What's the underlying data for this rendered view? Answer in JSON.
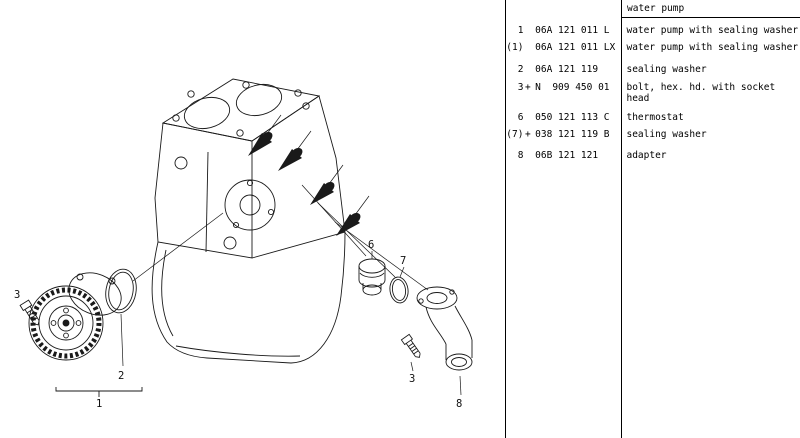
{
  "group_header": {
    "title": "water pump"
  },
  "parts_table": {
    "rows": [
      {
        "pos": "1",
        "pfx": "",
        "part_number": "06A 121 011 L",
        "description": "water pump with sealing washer"
      },
      {
        "pos": "(1)",
        "pfx": "",
        "part_number": "06A 121 011 LX",
        "description": "water pump with sealing washer"
      },
      {
        "pos": "2",
        "pfx": "",
        "part_number": "06A 121 119",
        "description": "sealing washer"
      },
      {
        "pos": "3",
        "pfx": "+",
        "part_number": "N  909 450 01",
        "description": "bolt, hex. hd. with socket head"
      },
      {
        "pos": "6",
        "pfx": "",
        "part_number": "050 121 113 C",
        "description": "thermostat"
      },
      {
        "pos": "(7)",
        "pfx": "+",
        "part_number": "038 121 119 B",
        "description": "sealing washer"
      },
      {
        "pos": "8",
        "pfx": "",
        "part_number": "06B 121 121",
        "description": "adapter"
      }
    ]
  },
  "diagram": {
    "callouts": {
      "pump_bolt": "3",
      "oring": "2",
      "pump_assembly": "1",
      "thermostat": "6",
      "thermostat_oring": "7",
      "adapter_bolt": "3",
      "adapter": "8"
    }
  },
  "colors": {
    "line": "#1a1a1a",
    "text": "#000000",
    "rule": "#000000",
    "background": "#ffffff"
  }
}
